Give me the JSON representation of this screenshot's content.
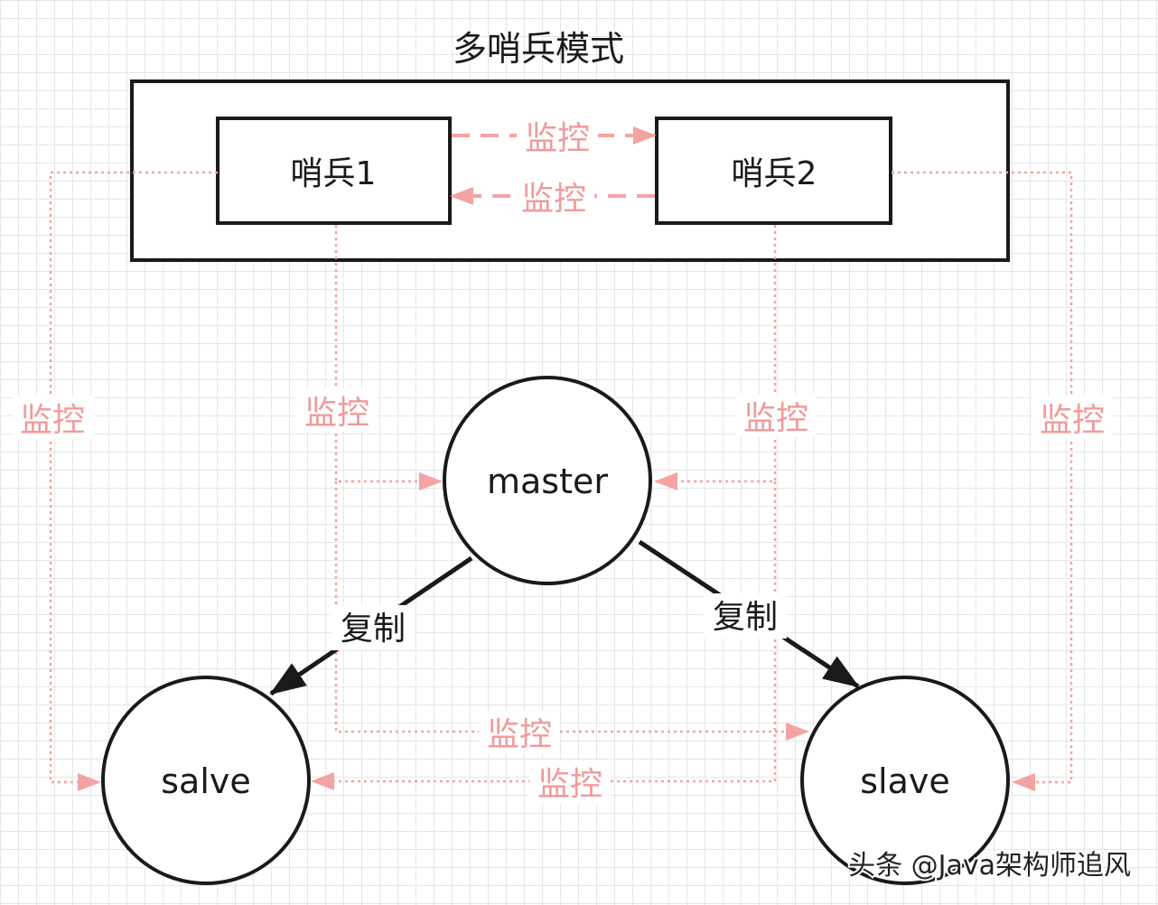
{
  "title": "多哨兵模式",
  "nodes": {
    "sentinel1": "哨兵1",
    "sentinel2": "哨兵2",
    "master": "master",
    "salve": "salve",
    "slave": "slave"
  },
  "edge_labels": {
    "monitor": "监控",
    "replicate": "复制"
  },
  "watermark": "头条 @Java架构师追风",
  "colors": {
    "monitor": "#f4a3a3",
    "stroke": "#1a1a1a",
    "grid": "#e6e6e6"
  }
}
